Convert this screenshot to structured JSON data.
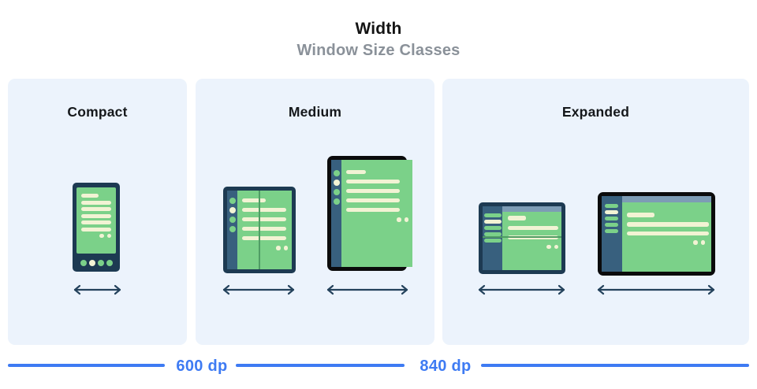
{
  "header": {
    "title": "Width",
    "subtitle": "Window Size Classes"
  },
  "panels": [
    {
      "id": "compact",
      "label": "Compact",
      "devices": [
        "phone"
      ]
    },
    {
      "id": "medium",
      "label": "Medium",
      "devices": [
        "foldable-open",
        "tablet-portrait"
      ]
    },
    {
      "id": "expanded",
      "label": "Expanded",
      "devices": [
        "foldable-landscape",
        "desktop"
      ]
    }
  ],
  "ruler": {
    "labels": [
      "600 dp",
      "840 dp"
    ]
  },
  "colors": {
    "panel_bg": "#ecf3fc",
    "frame_navy": "#1d3a52",
    "frame_black": "#0b0b0c",
    "sidebar": "#38607e",
    "screen_green": "#7bd189",
    "accent_cream": "#f2f3d4",
    "fold_green": "#4f9d64",
    "topbar_blue": "#7d9cb5",
    "ruler_blue": "#3e7bf3",
    "subtitle_gray": "#8a9199",
    "arrow_navy": "#24425c"
  }
}
